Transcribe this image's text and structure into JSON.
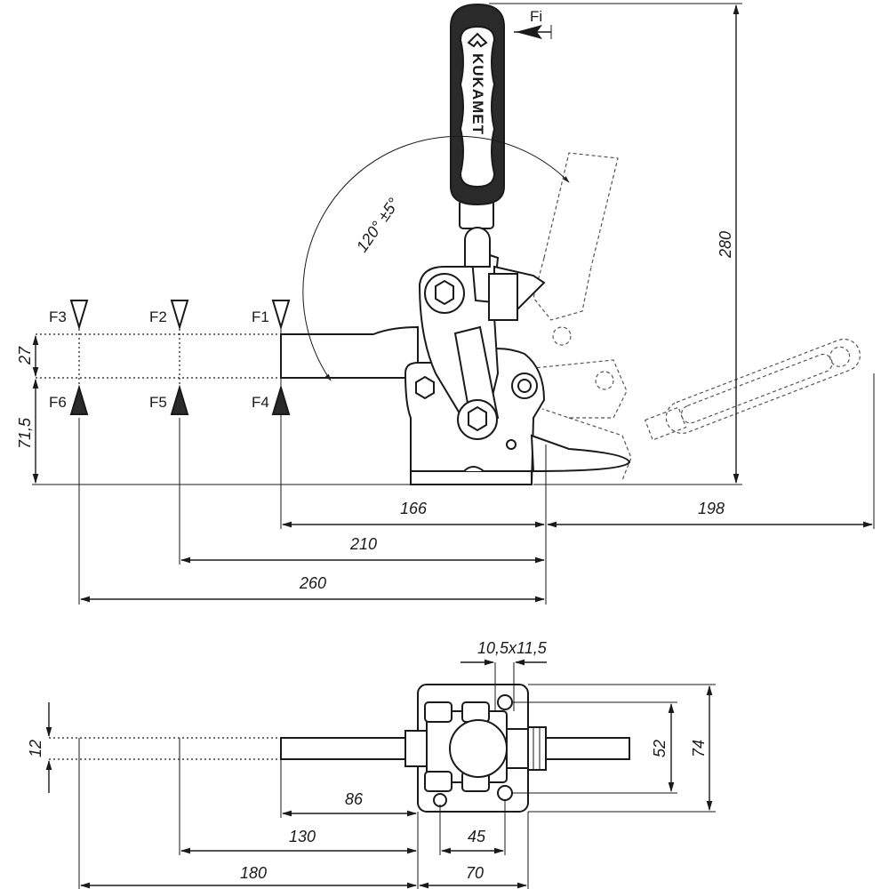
{
  "side_view": {
    "brand": "KUKAMET",
    "input_force_label": "Fi",
    "angle_label": "120° ±5°",
    "force_labels_top": [
      "F3",
      "F2",
      "F1"
    ],
    "force_labels_bottom": [
      "F6",
      "F5",
      "F4"
    ],
    "dims": {
      "height_total": "280",
      "arm_gap": "27",
      "base_height": "71,5",
      "d166": "166",
      "d198": "198",
      "d210": "210",
      "d260": "260"
    }
  },
  "top_view": {
    "dims": {
      "slot": "10,5x11,5",
      "bar_width": "12",
      "hole_pitch_v": "52",
      "base_width": "74",
      "d86": "86",
      "d130": "130",
      "d180": "180",
      "hole_pitch_h": "45",
      "base_length": "70"
    }
  }
}
